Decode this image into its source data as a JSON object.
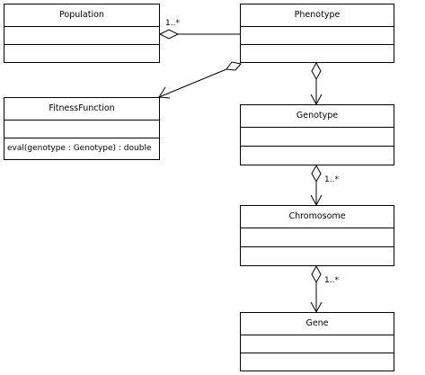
{
  "classes": {
    "population": {
      "name": "Population"
    },
    "phenotype": {
      "name": "Phenotype"
    },
    "fitness_function": {
      "name": "FitnessFunction",
      "operation": "eval(genotype : Genotype) : double"
    },
    "genotype": {
      "name": "Genotype"
    },
    "chromosome": {
      "name": "Chromosome"
    },
    "gene": {
      "name": "Gene"
    }
  },
  "associations": {
    "population_phenotype_multiplicity": "1..*",
    "genotype_chromosome_multiplicity": "1..*",
    "chromosome_gene_multiplicity": "1..*"
  }
}
